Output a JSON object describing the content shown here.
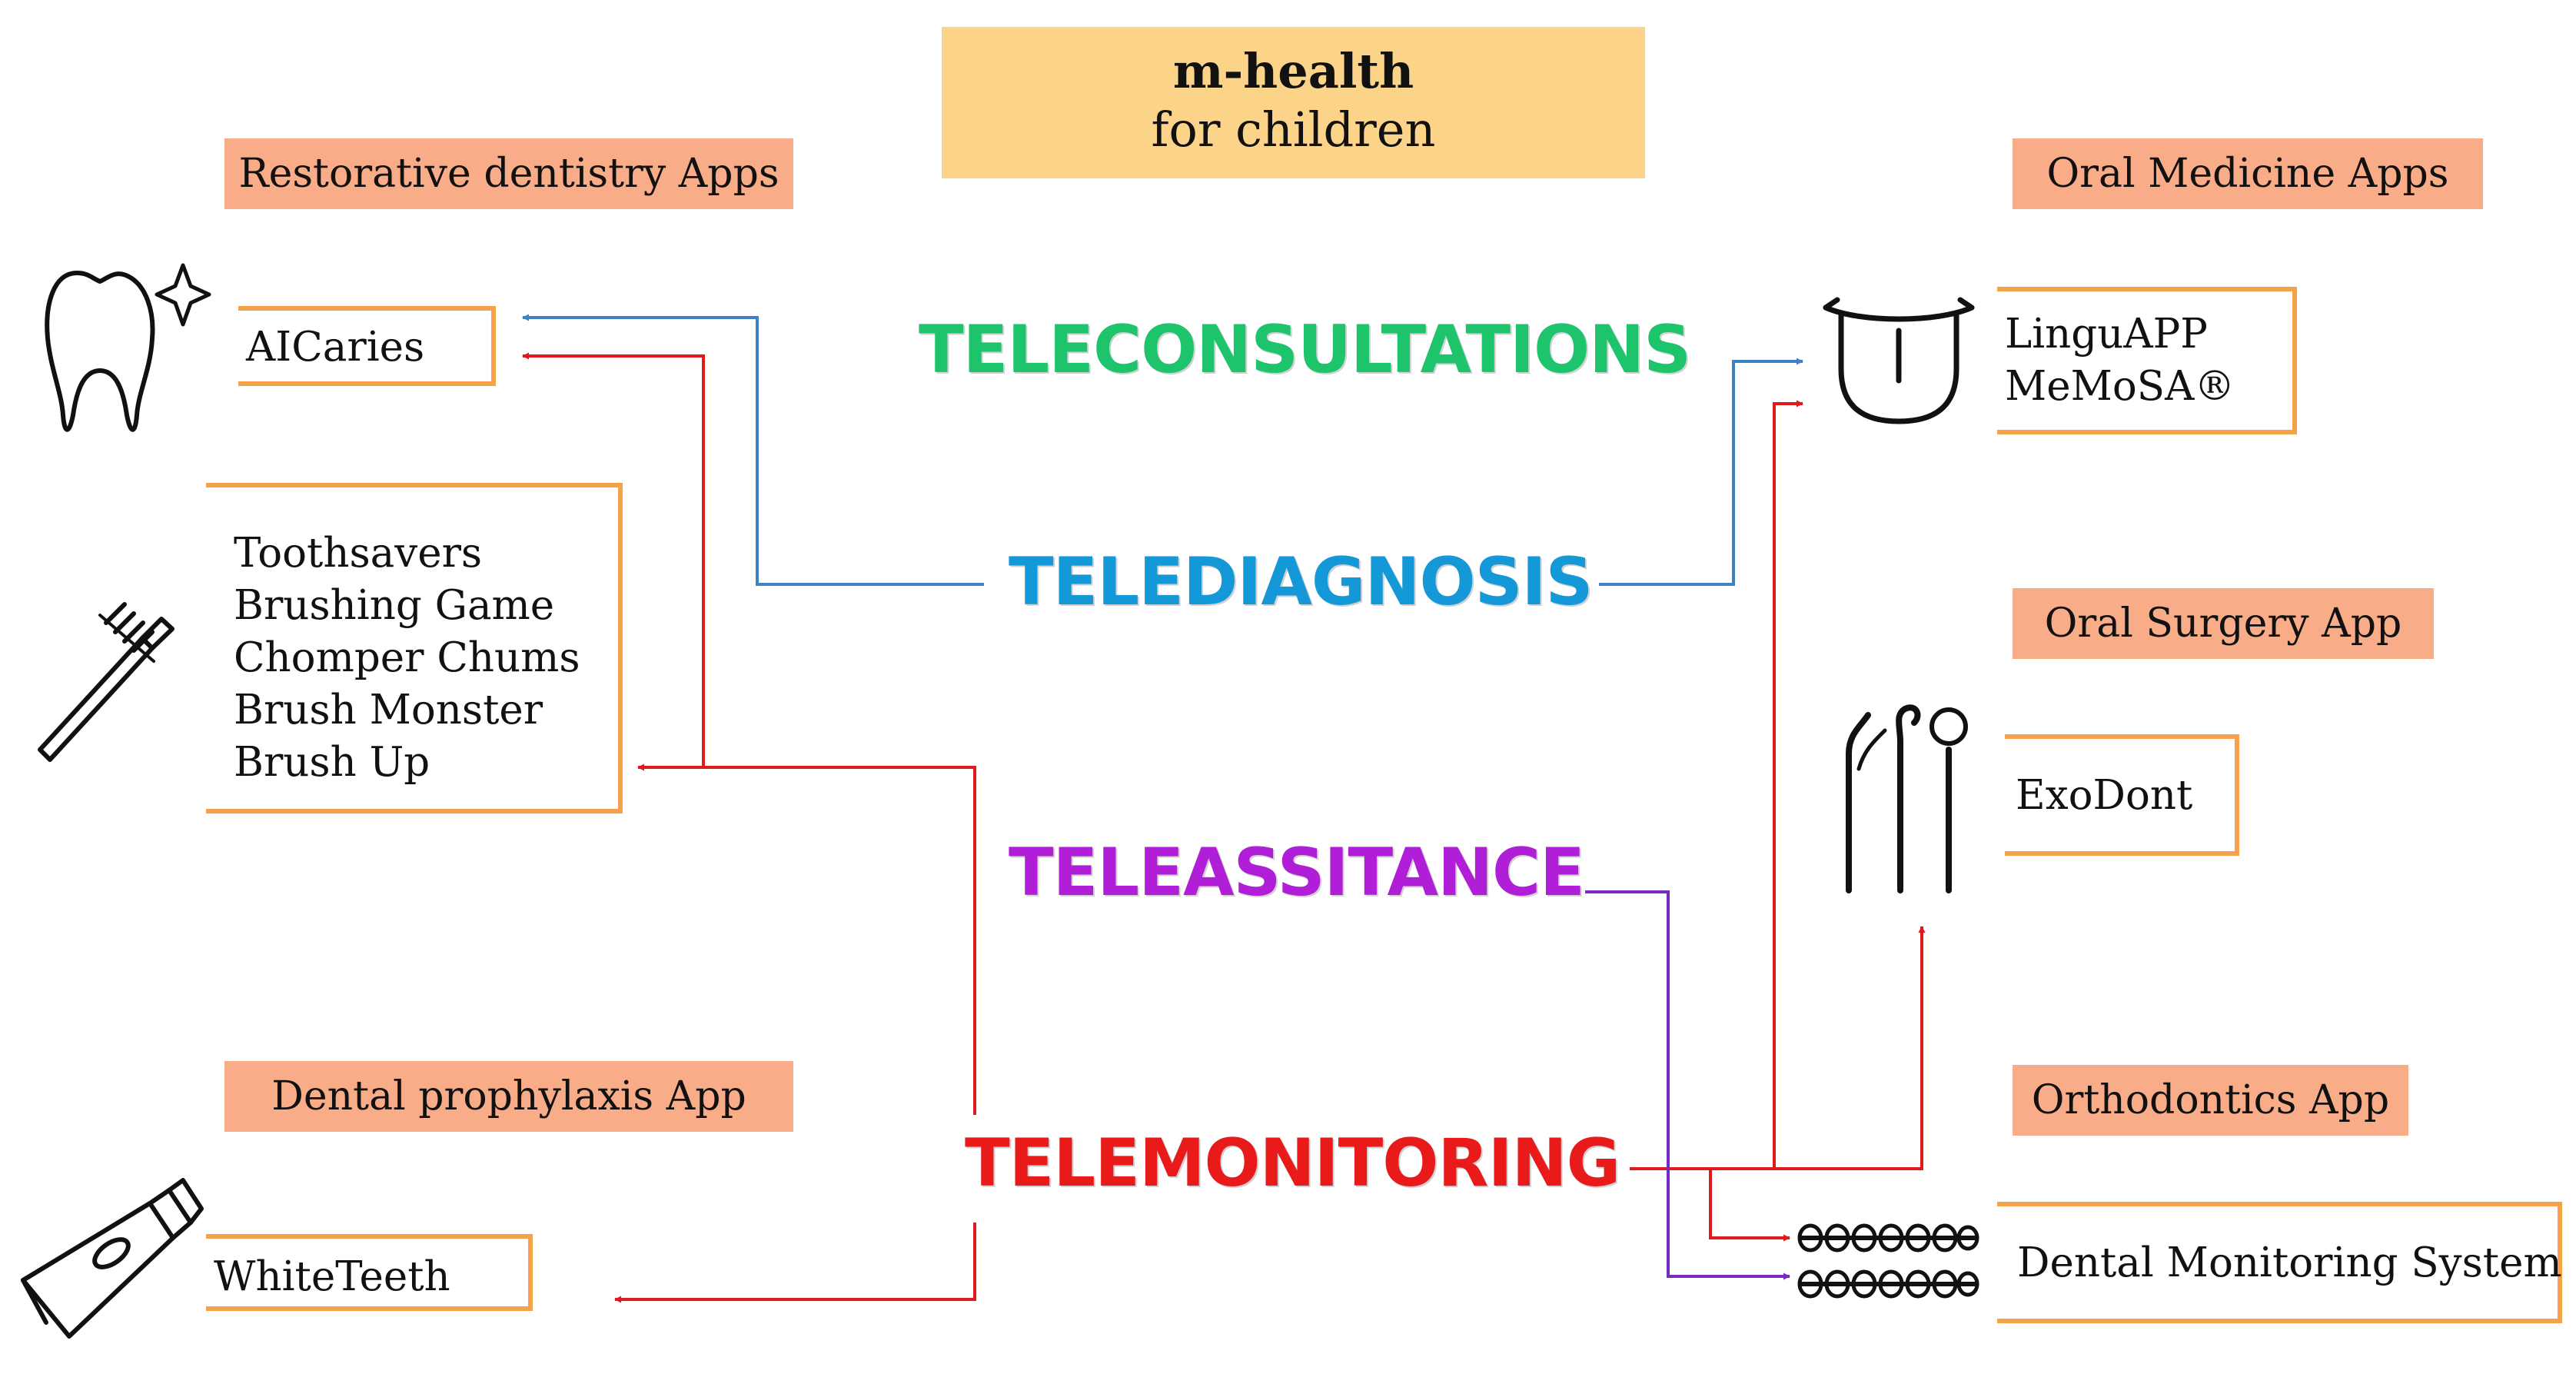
{
  "title": {
    "line1": "m-health",
    "line2": "for children"
  },
  "categories": {
    "restorative": "Restorative dentistry Apps",
    "oral_medicine": "Oral Medicine Apps",
    "oral_surgery": "Oral Surgery App",
    "orthodontics": "Orthodontics App",
    "prophylaxis": "Dental prophylaxis App"
  },
  "services": {
    "teleconsultations": "TELECONSULTATIONS",
    "telediagnosis": "TELEDIAGNOSIS",
    "teleassistance": "TELEASSITANCE",
    "telemonitoring": "TELEMONITORING"
  },
  "apps": {
    "restorative": [
      "AICaries"
    ],
    "brushing": [
      "Toothsavers",
      "Brushing Game",
      "Chomper Chums",
      "Brush Monster",
      "Brush Up"
    ],
    "prophylaxis": [
      "WhiteTeeth"
    ],
    "oral_medicine": [
      "LinguAPP",
      "MeMoSA®"
    ],
    "oral_surgery": [
      "ExoDont"
    ],
    "orthodontics": [
      "Dental Monitoring System"
    ]
  },
  "icons": [
    "tooth-icon",
    "toothbrush-icon",
    "toothpaste-icon",
    "tongue-icon",
    "dental-instruments-icon",
    "braces-icon"
  ],
  "colors": {
    "title_bg": "#fbd48a",
    "category_bg": "#f8ac88",
    "box_border": "#f6a24a",
    "teleconsultations": "#1ec46c",
    "telediagnosis": "#1598d8",
    "teleassistance": "#b01ed8",
    "telemonitoring": "#e81a1a",
    "arrow_diagnosis": "#3d82c4",
    "arrow_assistance": "#7a2ac4",
    "arrow_monitoring": "#e01a1a"
  }
}
